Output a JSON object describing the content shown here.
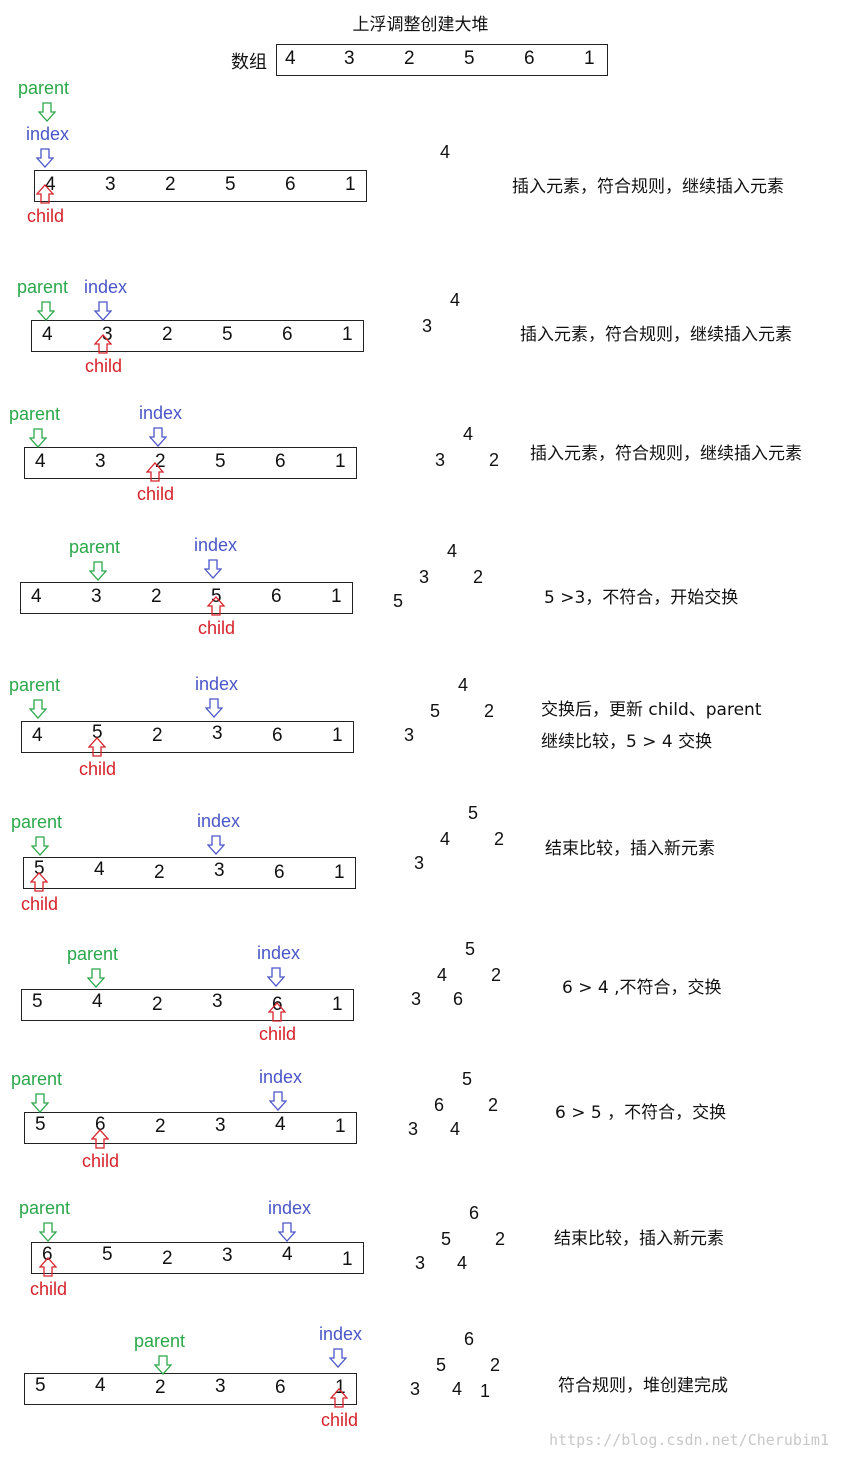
{
  "title": "上浮调整创建大堆",
  "top_array": {
    "label": "数组",
    "values": [
      "4",
      "3",
      "2",
      "5",
      "6",
      "1"
    ]
  },
  "pointer_labels": {
    "parent": "parent",
    "index": "index",
    "child": "child"
  },
  "steps": [
    {
      "values": [
        "4",
        "3",
        "2",
        "5",
        "6",
        "1"
      ],
      "heap": {
        "l1": [
          "4"
        ],
        "l2": [],
        "l3": []
      },
      "desc": [
        "插入元素，符合规则，继续插入元素"
      ]
    },
    {
      "values": [
        "4",
        "3",
        "2",
        "5",
        "6",
        "1"
      ],
      "heap": {
        "l1": [
          "4"
        ],
        "l2": [
          "3"
        ],
        "l3": []
      },
      "desc": [
        "插入元素，符合规则，继续插入元素"
      ]
    },
    {
      "values": [
        "4",
        "3",
        "2",
        "5",
        "6",
        "1"
      ],
      "heap": {
        "l1": [
          "4"
        ],
        "l2": [
          "3",
          "2"
        ],
        "l3": []
      },
      "desc": [
        "插入元素，符合规则，继续插入元素"
      ]
    },
    {
      "values": [
        "4",
        "3",
        "2",
        "5",
        "6",
        "1"
      ],
      "heap": {
        "l1": [
          "4"
        ],
        "l2": [
          "3",
          "2"
        ],
        "l3": [
          "5"
        ]
      },
      "desc": [
        "5 >3，不符合，开始交换"
      ]
    },
    {
      "values": [
        "4",
        "5",
        "2",
        "3",
        "6",
        "1"
      ],
      "heap": {
        "l1": [
          "4"
        ],
        "l2": [
          "5",
          "2"
        ],
        "l3": [
          "3"
        ]
      },
      "desc": [
        "交换后，更新 child、parent",
        "继续比较，5 > 4 交换"
      ]
    },
    {
      "values": [
        "5",
        "4",
        "2",
        "3",
        "6",
        "1"
      ],
      "heap": {
        "l1": [
          "5"
        ],
        "l2": [
          "4",
          "2"
        ],
        "l3": [
          "3"
        ]
      },
      "desc": [
        "结束比较，插入新元素"
      ]
    },
    {
      "values": [
        "5",
        "4",
        "2",
        "3",
        "6",
        "1"
      ],
      "heap": {
        "l1": [
          "5"
        ],
        "l2": [
          "4",
          "2"
        ],
        "l3": [
          "3",
          "6"
        ]
      },
      "desc": [
        "6 > 4 ,不符合，交换"
      ]
    },
    {
      "values": [
        "5",
        "6",
        "2",
        "3",
        "4",
        "1"
      ],
      "heap": {
        "l1": [
          "5"
        ],
        "l2": [
          "6",
          "2"
        ],
        "l3": [
          "3",
          "4"
        ]
      },
      "desc": [
        "6 > 5 ，不符合，交换"
      ]
    },
    {
      "values": [
        "6",
        "5",
        "2",
        "3",
        "4",
        "1"
      ],
      "heap": {
        "l1": [
          "6"
        ],
        "l2": [
          "5",
          "2"
        ],
        "l3": [
          "3",
          "4"
        ]
      },
      "desc": [
        "结束比较，插入新元素"
      ]
    },
    {
      "values": [
        "5",
        "4",
        "2",
        "3",
        "6",
        "1"
      ],
      "heap": {
        "l1": [
          "6"
        ],
        "l2": [
          "5",
          "2"
        ],
        "l3": [
          "3",
          "4",
          "1"
        ]
      },
      "desc": [
        "符合规则，堆创建完成"
      ]
    }
  ],
  "watermark": "https://blog.csdn.net/Cherubim1"
}
